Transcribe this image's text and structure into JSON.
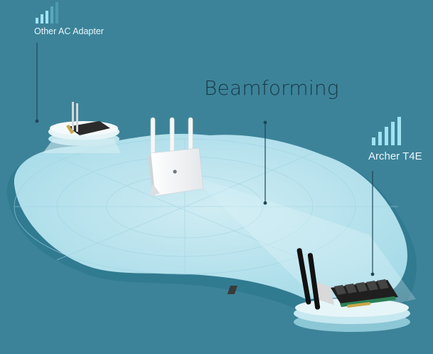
{
  "title": "Beamforming",
  "devices": {
    "other_adapter": {
      "label": "Other AC Adapter",
      "icon": "signal-bars-weak-icon"
    },
    "archer": {
      "label": "Archer T4E",
      "icon": "signal-bars-strong-icon"
    },
    "router": {
      "icon": "router-icon"
    }
  },
  "colors": {
    "background": "#3c8399",
    "signal_field": "#bde8f2",
    "signal_bars": "#9fe3f5",
    "title_text": "#183a4a"
  }
}
